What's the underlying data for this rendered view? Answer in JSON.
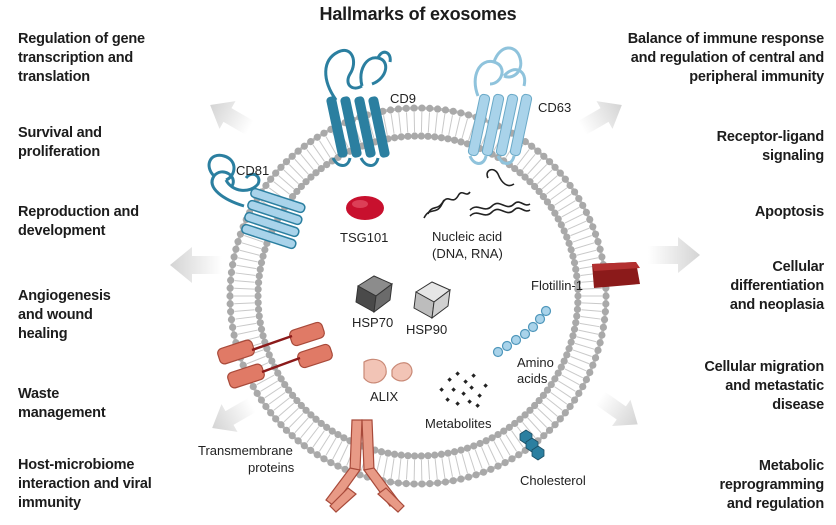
{
  "title": "Hallmarks of exosomes",
  "left_hallmarks": [
    "Regulation of gene\ntranscription and\ntranslation",
    "Survival and\nproliferation",
    "Reproduction and\ndevelopment",
    "Angiogenesis\nand wound\nhealing",
    "Waste\nmanagement",
    "Host-microbiome\ninteraction and viral\nimmunity"
  ],
  "right_hallmarks": [
    "Balance of immune response\nand regulation of central and\nperipheral immunity",
    "Receptor-ligand\nsignaling",
    "Apoptosis",
    "Cellular\ndifferentiation\nand neoplasia",
    "Cellular migration\nand metastatic\ndisease",
    "Metabolic\nreprogramming\nand regulation"
  ],
  "labels": {
    "cd9": "CD9",
    "cd63": "CD63",
    "cd81": "CD81",
    "tsg101": "TSG101",
    "nucleic_acid": "Nucleic acid",
    "nucleic_acid_sub": "(DNA, RNA)",
    "flotillin": "Flotillin-1",
    "hsp70": "HSP70",
    "hsp90": "HSP90",
    "amino": "Amino",
    "acids": "acids",
    "alix": "ALIX",
    "metabolites": "Metabolites",
    "transmembrane": "Transmembrane",
    "proteins": "proteins",
    "cholesterol": "Cholesterol"
  },
  "colors": {
    "membrane": "#a9a9a9",
    "membrane_light": "#d2d2d2",
    "tetraspanin_dark": "#2b7fa0",
    "tetraspanin_light": "#a9d3ea",
    "tsg101": "#c8102e",
    "flotillin": "#8b1a1a",
    "hsp": "#6b6b6b",
    "amino": "#8fc3dc",
    "alix": "#f2c4b6",
    "transmembrane": "#e07a66",
    "arrow": "#d9d9d9"
  }
}
